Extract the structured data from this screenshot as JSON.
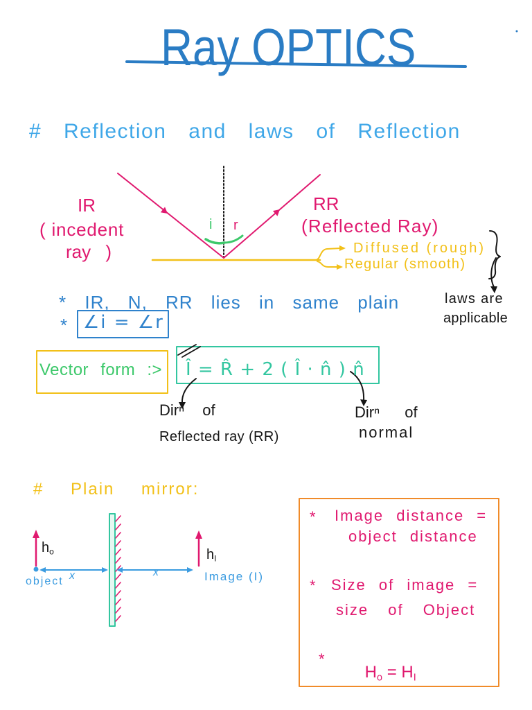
{
  "title": "Ray OPTICS",
  "colors": {
    "title_blue": "#2a7cc4",
    "heading_blue": "#3fa7e8",
    "text_blue": "#2f82cc",
    "label_blue": "#3a9be0",
    "magenta": "#e0196f",
    "yellow": "#f2c018",
    "green": "#3cc86a",
    "teal": "#33c6a0",
    "orange": "#f08b2a",
    "black": "#151515"
  },
  "reflection": {
    "heading": "# Reflection and laws of Reflection",
    "incident_label": "IR",
    "incident_desc_line1": "( incedent",
    "incident_desc_line2": "ray )",
    "reflected_label": "RR",
    "reflected_desc": "(Reflected Ray)",
    "angle_i": "i",
    "angle_r": "r",
    "surface_types": [
      "Diffused (rough)",
      "Regular (smooth)"
    ],
    "laws_note": [
      "laws are",
      "applicable"
    ],
    "law1": "* IR, N, RR lies in same plain",
    "law2_bullet": "*",
    "law2": "∠i = ∠r"
  },
  "vector_form": {
    "label": "Vector form :>",
    "formula": "Î = R̂ + 2 ( Î · n̂ ) n̂",
    "annotation_left": [
      "Dirⁿ of",
      "Reflected ray (RR)"
    ],
    "annotation_right": [
      "Dirⁿ of",
      "normal"
    ]
  },
  "plain_mirror": {
    "heading": "# Plain mirror:",
    "object_height": {
      "base": "h",
      "sub": "o"
    },
    "image_height": {
      "base": "h",
      "sub": "I"
    },
    "object_label": "object",
    "image_label": "Image (I)",
    "object_distance_label": "x",
    "image_distance_label": "x",
    "facts": {
      "bullet": "*",
      "fact1": [
        "Image distance =",
        "object distance"
      ],
      "fact2": [
        "Size of image =",
        "size of Object"
      ],
      "fact3": {
        "lhs": "H",
        "lhs_sub": "o",
        "eq": " = ",
        "rhs": "H",
        "rhs_sub": "I"
      }
    }
  }
}
